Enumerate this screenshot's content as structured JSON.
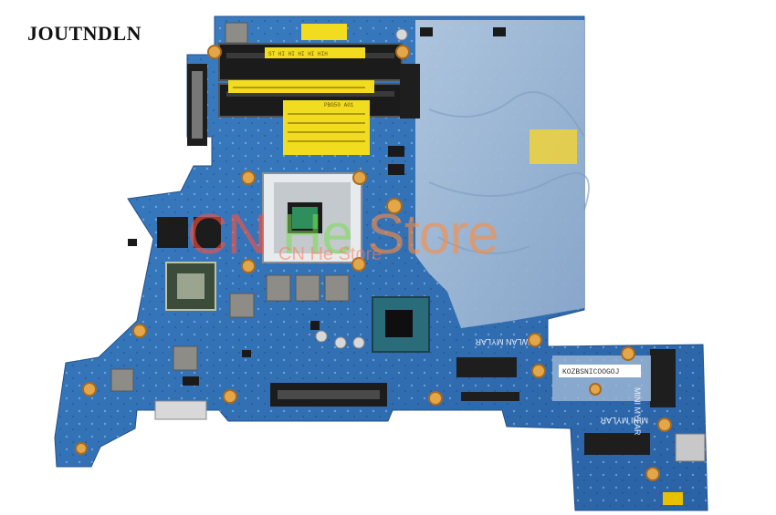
{
  "brand": {
    "name": "JOUTNDLN"
  },
  "watermark": {
    "main_part1": "CN ",
    "main_part2": "He",
    "main_part3": " Store",
    "small": "CN He Store"
  },
  "labels": {
    "wlan": "WLAN MYLAR",
    "mini": "MINI MYLAR",
    "mini_rot": "MINI MYLAR",
    "sticker_top": "ST HI HI HI HI HIH",
    "sticker_mid": "PBG50 A01",
    "serial": "KOZBSNICOOGOJ"
  },
  "colors": {
    "pcb": "#2f6fb3",
    "pcb_dark": "#1f4f8c",
    "mylar": "#9fb9d6",
    "sticker": "#f2dc1f",
    "socket": "#d9dde0"
  }
}
